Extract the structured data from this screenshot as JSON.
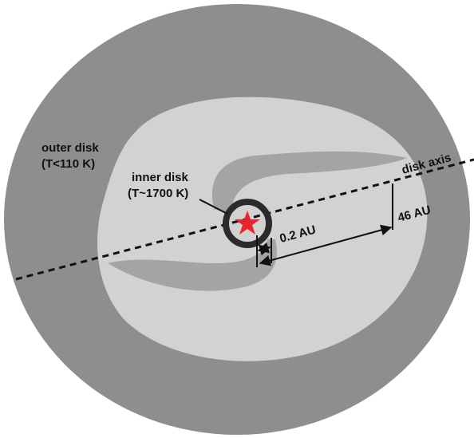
{
  "labels": {
    "outer_disk_line1": "outer disk",
    "outer_disk_line2": "(T<110 K)",
    "inner_disk_line1": "inner disk",
    "inner_disk_line2": "(T~1700 K)",
    "disk_axis": "disk axis",
    "distance_small": "0.2 AU",
    "distance_large": "46 AU"
  },
  "colors": {
    "outer_disk": "#8e8e8e",
    "inner_region": "#d2d2d2",
    "spiral_arm": "#a4a4a4",
    "inner_ring": "#2b2b2b",
    "star": "#e8242c",
    "lines": "#111111"
  },
  "icons": {
    "star": "star-icon"
  }
}
